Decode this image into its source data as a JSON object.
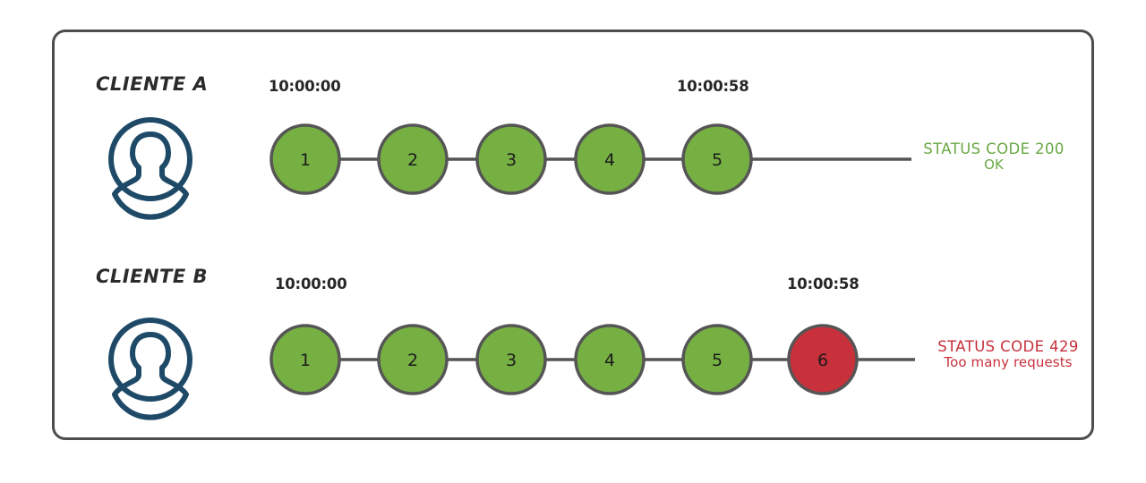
{
  "diagram": {
    "title_alt": "API rate limiting per client",
    "colors": {
      "node_ok": "#76b043",
      "node_error": "#c8303c",
      "node_stroke": "#555555",
      "connector": "#555555",
      "frame_border": "#4d4d4d",
      "avatar": "#1e4a68",
      "status_ok_text": "#6aa845",
      "status_error_text": "#c8303c",
      "label_text": "#2b2b2b",
      "timestamp_text": "#262626"
    },
    "rows": [
      {
        "id": "client-a",
        "label": "CLIENTE A",
        "avatar_icon": "user-avatar-icon",
        "start_time": "10:00:00",
        "end_time": "10:00:58",
        "nodes": [
          {
            "label": "1",
            "state": "ok"
          },
          {
            "label": "2",
            "state": "ok"
          },
          {
            "label": "3",
            "state": "ok"
          },
          {
            "label": "4",
            "state": "ok"
          },
          {
            "label": "5",
            "state": "ok"
          }
        ],
        "status_main": "STATUS CODE 200",
        "status_sub": "OK",
        "status_state": "ok"
      },
      {
        "id": "client-b",
        "label": "CLIENTE B",
        "avatar_icon": "user-avatar-icon",
        "start_time": "10:00:00",
        "end_time": "10:00:58",
        "nodes": [
          {
            "label": "1",
            "state": "ok"
          },
          {
            "label": "2",
            "state": "ok"
          },
          {
            "label": "3",
            "state": "ok"
          },
          {
            "label": "4",
            "state": "ok"
          },
          {
            "label": "5",
            "state": "ok"
          },
          {
            "label": "6",
            "state": "error"
          }
        ],
        "status_main": "STATUS CODE 429",
        "status_sub": "Too many requests",
        "status_state": "error"
      }
    ]
  }
}
